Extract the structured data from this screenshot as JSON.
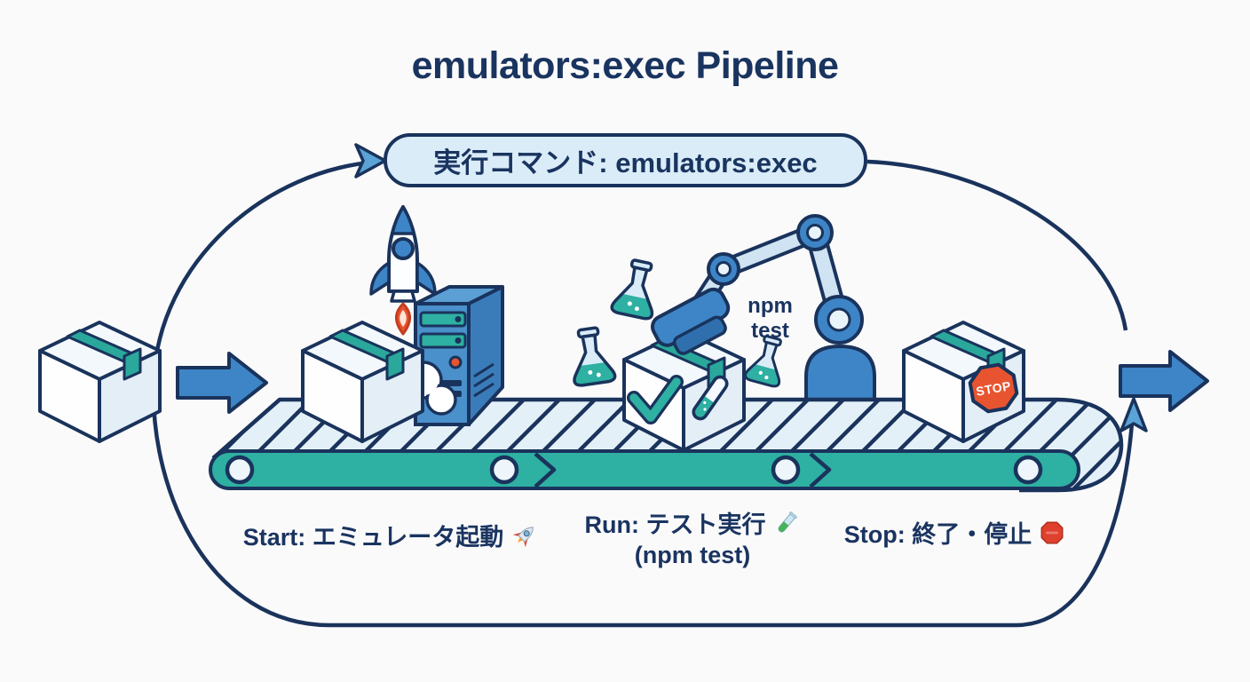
{
  "title": "emulators:exec Pipeline",
  "command_box": {
    "label": "実行コマンド: emulators:exec"
  },
  "stations": {
    "start": {
      "label": "Start: エミュレータ起動",
      "icon": "rocket-emoji"
    },
    "run": {
      "label": "Run: テスト実行",
      "sublabel": "(npm test)",
      "icon": "test-tube-emoji"
    },
    "stop": {
      "label": "Stop: 終了・停止",
      "icon": "stop-sign-emoji"
    }
  },
  "robot_annotation": {
    "line1": "npm",
    "line2": "test"
  },
  "stop_sign": {
    "text": "STOP"
  },
  "colors": {
    "navy_outline": "#1a335c",
    "teal": "#2eb0a2",
    "blue": "#3d85c6",
    "light_blue_fill": "#d9ecf8",
    "orange": "#e8542f",
    "background": "#fafafa"
  }
}
